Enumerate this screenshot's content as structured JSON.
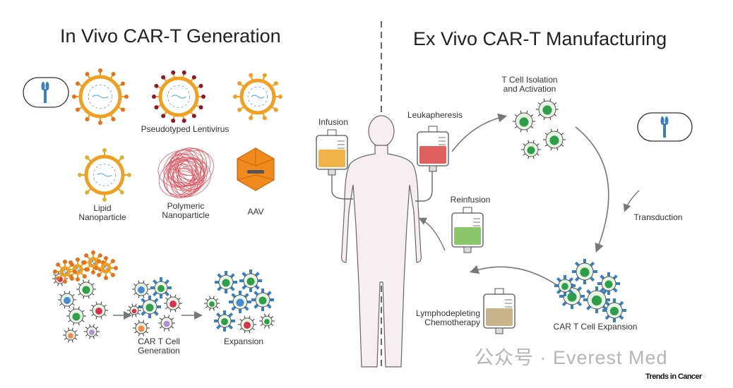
{
  "left_panel": {
    "title": "In Vivo CAR-T Generation",
    "vectors": {
      "lentivirus_label": "Pseudotyped Lentivirus",
      "lipid_label_1": "Lipid",
      "lipid_label_2": "Nanoparticle",
      "polymeric_label_1": "Polymeric",
      "polymeric_label_2": "Nanoparticle",
      "aav_label": "AAV"
    },
    "steps": {
      "generation_1": "CAR T Cell",
      "generation_2": "Generation",
      "expansion": "Expansion"
    }
  },
  "right_panel": {
    "title": "Ex Vivo CAR-T Manufacturing",
    "steps": {
      "infusion": "Infusion",
      "leukapheresis": "Leukapheresis",
      "isolation_1": "T Cell Isolation",
      "isolation_2": "and Activation",
      "transduction": "Transduction",
      "expansion": "CAR T Cell Expansion",
      "reinfusion": "Reinfusion",
      "lymphodepleting_1": "Lymphodepleting",
      "lymphodepleting_2": "Chemotherapy"
    }
  },
  "watermark": "公众号 · Everest Med",
  "source": "Trends in Cancer",
  "colors": {
    "virus_orange": "#f0a020",
    "cell_green": "#2e9e4a",
    "bag_red": "#e06060",
    "bag_orange": "#f2b24a",
    "bag_green": "#8cc66a",
    "bag_tan": "#c9b38a",
    "human": "#f6eef0",
    "antibody_blue": "#3a7fc0"
  }
}
